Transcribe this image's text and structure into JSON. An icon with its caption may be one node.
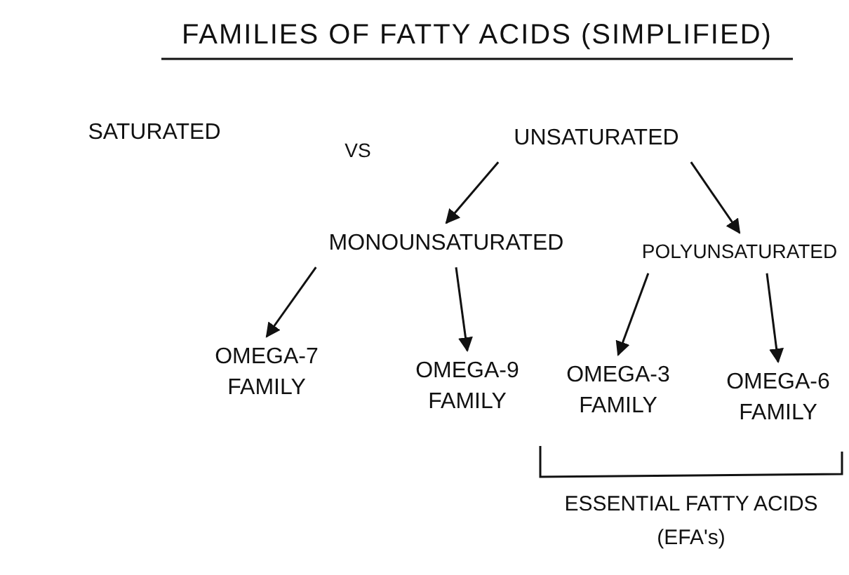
{
  "diagram": {
    "title": "FAMILIES OF FATTY ACIDS (SIMPLIFIED)",
    "nodes": [
      {
        "text": [
          "SATURATED"
        ]
      },
      {
        "text": [
          "UNSATURATED"
        ]
      },
      {
        "text": [
          "MONOUNSATURATED"
        ]
      },
      {
        "text": [
          "POLYUNSATURATED"
        ]
      },
      {
        "text": [
          "OMEGA-7 FAMILY"
        ]
      },
      {
        "text": [
          "OMEGA-9 FAMILY"
        ]
      },
      {
        "text": [
          "OMEGA-3 FAMILY"
        ]
      },
      {
        "text": [
          "OMEGA-6 FAMILY"
        ]
      }
    ],
    "edges": [
      {
        "from": 1,
        "to": 2,
        "arrow": "to"
      },
      {
        "from": 1,
        "to": 3,
        "arrow": "to"
      },
      {
        "from": 2,
        "to": 4,
        "arrow": "to"
      },
      {
        "from": 2,
        "to": 5,
        "arrow": "to"
      },
      {
        "from": 3,
        "to": 6,
        "arrow": "to"
      },
      {
        "from": 3,
        "to": 7,
        "arrow": "to"
      }
    ],
    "labels": [
      "VS",
      "ESSENTIAL FATTY ACIDS (EFA's)"
    ]
  }
}
